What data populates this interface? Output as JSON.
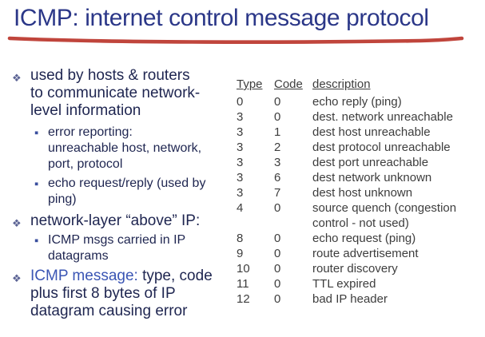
{
  "colors": {
    "background": "#ffffff",
    "title_navy": "#2b3788",
    "underline_red": "#c0453c",
    "body_navy": "#1e2550",
    "highlight_blue": "#3a55b4",
    "diamond_bullet": "#5b6394",
    "square_bullet": "#3a4f9e",
    "table_text": "#3d3d3d"
  },
  "title": "ICMP: internet control message protocol",
  "icons": {
    "level1_bullet": "❖",
    "level2_bullet": "▪"
  },
  "left": {
    "items": [
      {
        "level": 1,
        "text": "used by hosts & routers\nto communicate network-\nlevel information"
      },
      {
        "level": 2,
        "text": "error reporting:\nunreachable host, network,\nport, protocol"
      },
      {
        "level": 2,
        "text": "echo request/reply (used by\nping)"
      },
      {
        "level": 1,
        "text": "network-layer “above” IP:"
      },
      {
        "level": 2,
        "text": "ICMP msgs carried in IP\ndatagrams"
      },
      {
        "level": 1,
        "highlight": "ICMP message:",
        "rest": " type, code\nplus first 8 bytes of IP\ndatagram causing error"
      }
    ]
  },
  "table": {
    "headers": [
      "Type",
      "Code",
      "description"
    ],
    "rows": [
      [
        "0",
        "0",
        "echo reply (ping)"
      ],
      [
        "3",
        "0",
        "dest. network unreachable"
      ],
      [
        "3",
        "1",
        "dest host unreachable"
      ],
      [
        "3",
        "2",
        "dest protocol unreachable"
      ],
      [
        "3",
        "3",
        "dest port unreachable"
      ],
      [
        "3",
        "6",
        "dest network unknown"
      ],
      [
        "3",
        "7",
        "dest host unknown"
      ],
      [
        "4",
        "0",
        "source quench (congestion\ncontrol - not used)"
      ],
      [
        "8",
        "0",
        "echo request (ping)"
      ],
      [
        "9",
        "0",
        "route advertisement"
      ],
      [
        "10",
        "0",
        "router discovery"
      ],
      [
        "11",
        "0",
        "TTL expired"
      ],
      [
        "12",
        "0",
        "bad IP header"
      ]
    ]
  }
}
